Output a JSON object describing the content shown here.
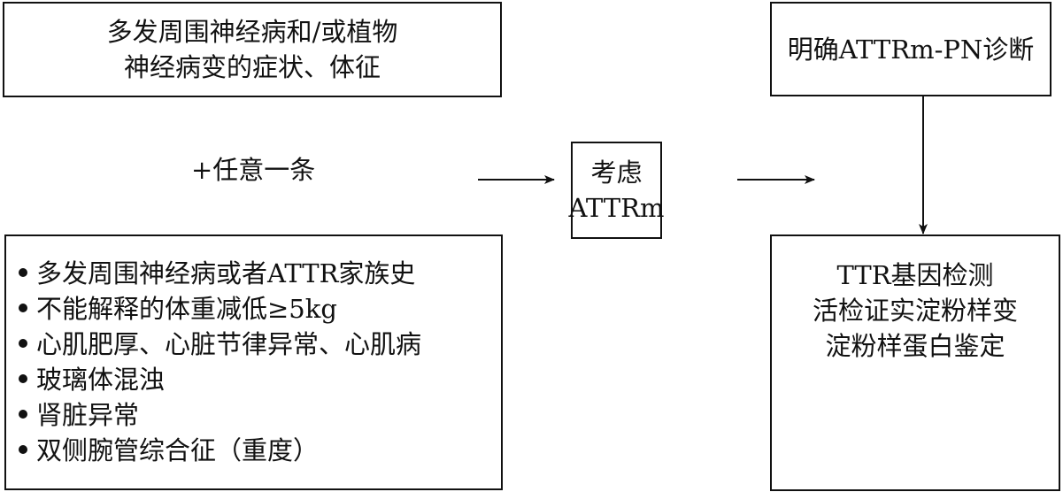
{
  "symptoms_box": {
    "lines": [
      "多发周围神经病和/或植物",
      "神经病变的症状、体征"
    ]
  },
  "plus_any": "+任意一条",
  "criteria_list": [
    "多发周围神经病或者ATTR家族史",
    "不能解释的体重减低≥5kg",
    "心肌肥厚、心脏节律异常、心肌病",
    "玻璃体混浊",
    "肾脏异常",
    "双侧腕管综合征（重度）"
  ],
  "consider_box": {
    "lines": [
      "考虑",
      "ATTRm"
    ]
  },
  "diagnosis_box": {
    "text": "明确ATTRm-PN诊断"
  },
  "tests_box": {
    "lines": [
      "TTR基因检测",
      "活检证实淀粉样变",
      "淀粉样蛋白鉴定"
    ]
  }
}
